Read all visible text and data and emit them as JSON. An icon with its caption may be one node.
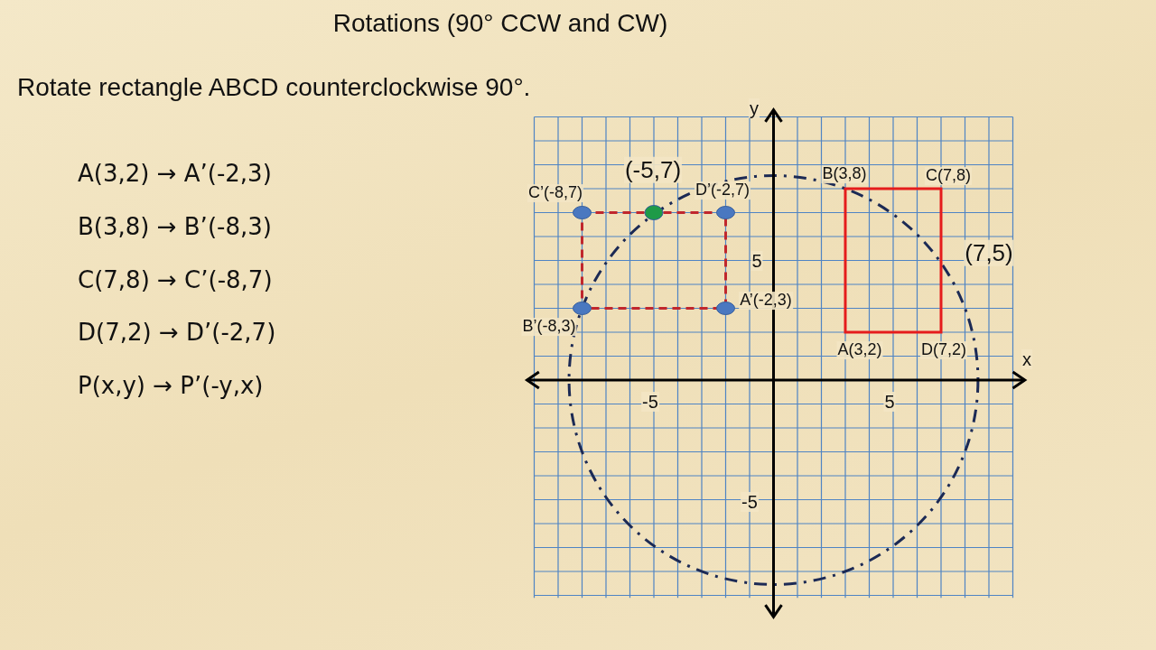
{
  "diagram": {
    "title": "Rotations (90° CCW and CW)",
    "labels": [
      "Rotate rectangle ABCD counterclockwise 90°.",
      "A(3,2) → A’(-2,3)",
      "B(3,8) → B’(-8,3)",
      "C(7,8) → C’(-8,7)",
      "D(7,2) → D’(-2,7)",
      "P(x,y) → P’(-y,x)",
      "y",
      "(-5,7)",
      "C’(-8,7)",
      "D’(-2,7)",
      "B(3,8)",
      "C(7,8)",
      "5",
      "(7,5)",
      "A’(-2,3)",
      "B’(-8,3)",
      "A(3,2)",
      "D(7,2)",
      "x",
      "-5",
      "5",
      "-5"
    ]
  }
}
